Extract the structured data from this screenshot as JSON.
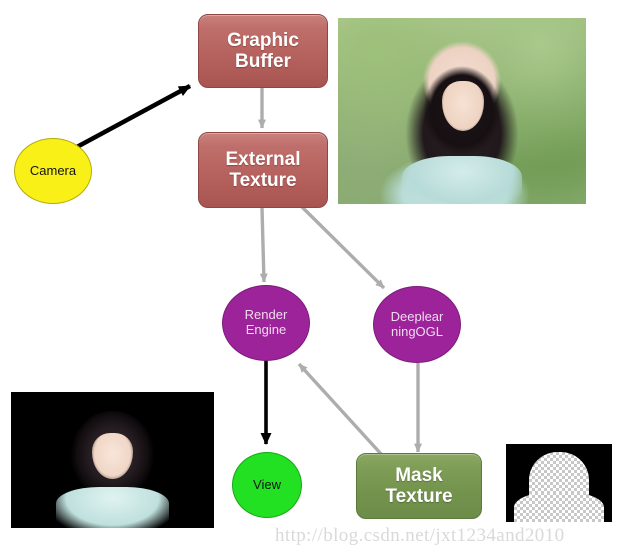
{
  "diagram": {
    "title": "Android camera external texture rendering pipeline",
    "background_color": "#ffffff",
    "nodes": [
      {
        "id": "camera",
        "label": "Camera",
        "shape": "circle",
        "color": "#f9f018",
        "text_color": "#141414"
      },
      {
        "id": "graphic_buffer",
        "label": "Graphic\nBuffer",
        "shape": "rounded-rect",
        "color": "#b4605c",
        "text_color": "#ffffff"
      },
      {
        "id": "external_texture",
        "label": "External\nTexture",
        "shape": "rounded-rect",
        "color": "#b4605c",
        "text_color": "#ffffff"
      },
      {
        "id": "render_engine",
        "label": "Render\nEngine",
        "shape": "circle",
        "color": "#9c2399",
        "text_color": "#f0dcf0"
      },
      {
        "id": "deeplearning_ogl",
        "label": "Deeplear\nningOGL",
        "shape": "circle",
        "color": "#9c2399",
        "text_color": "#f0dcf0"
      },
      {
        "id": "view",
        "label": "View",
        "shape": "circle",
        "color": "#22e022",
        "text_color": "#141414"
      },
      {
        "id": "mask_texture",
        "label": "Mask\nTexture",
        "shape": "rounded-rect",
        "color": "#73934d",
        "text_color": "#ffffff"
      }
    ],
    "edges": [
      {
        "id": "camera-to-graphic-buffer",
        "from": "camera",
        "to": "graphic_buffer",
        "color": "#000000",
        "style": "thick"
      },
      {
        "id": "graphic-buffer-to-external-texture",
        "from": "graphic_buffer",
        "to": "external_texture",
        "color": "#adadad",
        "style": "normal"
      },
      {
        "id": "external-texture-to-render-engine",
        "from": "external_texture",
        "to": "render_engine",
        "color": "#adadad",
        "style": "normal"
      },
      {
        "id": "external-texture-to-deeplearning-ogl",
        "from": "external_texture",
        "to": "deeplearning_ogl",
        "color": "#adadad",
        "style": "normal"
      },
      {
        "id": "deeplearning-ogl-to-mask-texture",
        "from": "deeplearning_ogl",
        "to": "mask_texture",
        "color": "#adadad",
        "style": "normal"
      },
      {
        "id": "mask-texture-to-render-engine",
        "from": "mask_texture",
        "to": "render_engine",
        "color": "#adadad",
        "style": "normal"
      },
      {
        "id": "render-engine-to-view",
        "from": "render_engine",
        "to": "view",
        "color": "#000000",
        "style": "thick"
      }
    ],
    "previews": [
      {
        "id": "camera-frame-preview",
        "caption": "outdoor portrait photo of a young woman with long dark hair"
      },
      {
        "id": "rendered-output-preview",
        "caption": "segmented portrait composited on black background"
      },
      {
        "id": "mask-preview",
        "caption": "alpha mask silhouette over transparency checkerboard"
      }
    ],
    "watermark": "http://blog.csdn.net/jxt1234and2010"
  }
}
